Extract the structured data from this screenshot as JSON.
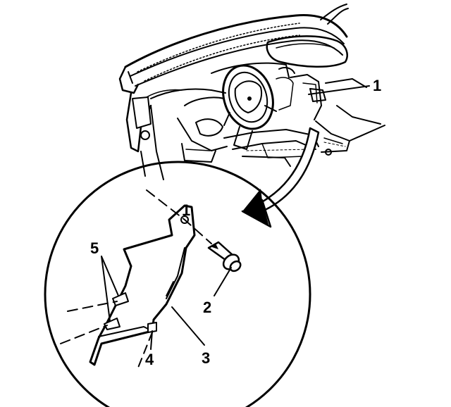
{
  "diagram": {
    "callouts": [
      "1",
      "2",
      "3",
      "4",
      "5"
    ]
  },
  "colors": {
    "ink": "#000000",
    "paper": "#ffffff"
  }
}
